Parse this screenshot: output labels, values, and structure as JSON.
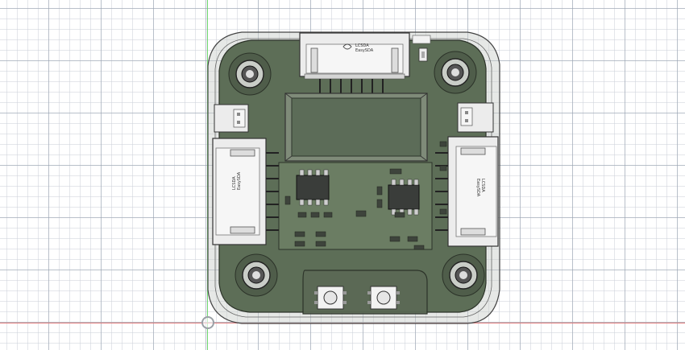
{
  "viewport": {
    "background": "#ffffff",
    "grid_color": "#c8ccd3",
    "axis_x_color": "#e07a7a",
    "axis_y_color": "#6fd66f"
  },
  "board": {
    "pcb_color": "#5d6e57",
    "pcb_light": "#6b7d63",
    "shell_color": "#c8ccc8",
    "connector_color": "#ececec",
    "ic_color": "#3a3d3a",
    "display_color": "#5c6c58"
  },
  "connectors": {
    "top_logo": "LCSDA",
    "top_label": "EasySDA",
    "right_logo": "LCSDA",
    "right_label": "EasySDA",
    "left_logo": "LCSDA",
    "left_label": "EasySDA"
  },
  "icons": {
    "origin": "origin-circle-icon"
  }
}
